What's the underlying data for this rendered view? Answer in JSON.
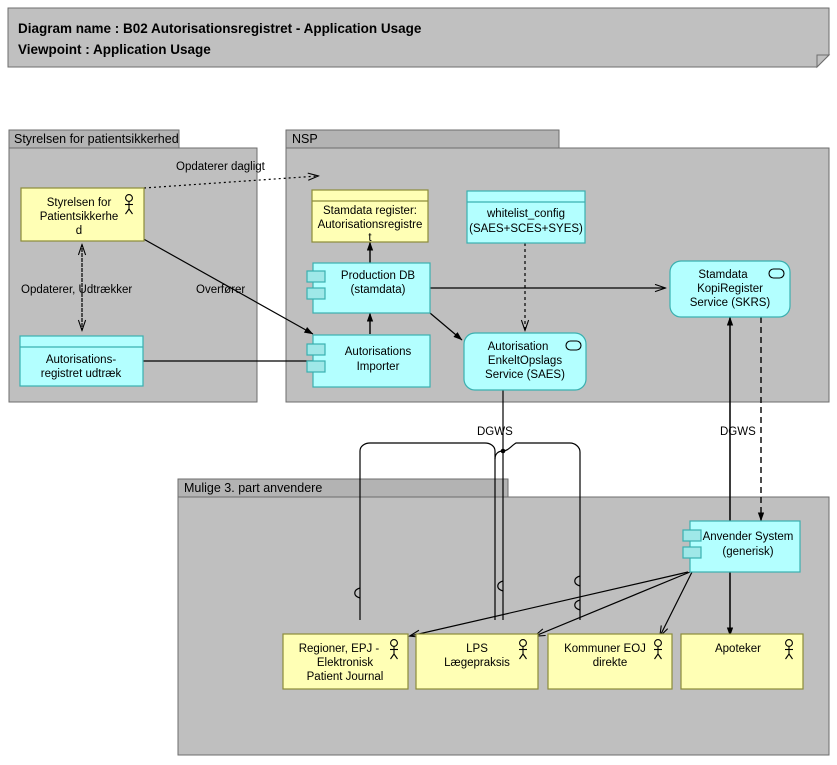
{
  "header": {
    "line1_label": "Diagram name :",
    "line1_value": "B02 Autorisationsregistret - Application Usage",
    "line1_full": "Diagram name : B02 Autorisationsregistret - Application Usage",
    "line2_label": "Viewpoint",
    "line2_value": ": Application Usage",
    "line2_full": "Viewpoint          : Application Usage"
  },
  "colors": {
    "group_fill": "#bfbfbf",
    "group_header_fill": "#b3b3b3",
    "header_banner_fill": "#c0c0c0",
    "yellow_fill": "#ffffb5",
    "cyan_fill": "#b3ffff",
    "stroke": "#000000",
    "node_border_yellow": "#8c8c3a",
    "node_border_cyan": "#3ab0b0"
  },
  "groups": [
    {
      "id": "g-styrelsen",
      "label": "Styrelsen for patientsikkerhed"
    },
    {
      "id": "g-nsp",
      "label": "NSP"
    },
    {
      "id": "g-3part",
      "label": "Mulige 3. part anvendere"
    }
  ],
  "nodes": [
    {
      "id": "n-styrelsen-actor",
      "label": "Styrelsen for Patientsikkerhed",
      "lines": [
        "Styrelsen for",
        "Patientsikkerhe",
        "d"
      ],
      "type": "business-actor",
      "icon": "actor-icon",
      "fill": "#ffffb5"
    },
    {
      "id": "n-udtraek",
      "label": "Autorisations-registret udtræk",
      "lines": [
        "Autorisations-",
        "registret udtræk"
      ],
      "type": "data-object",
      "icon": "data-object-icon",
      "fill": "#b3ffff"
    },
    {
      "id": "n-stamdata-register",
      "label": "Stamdata register: Autorisationsregistret",
      "lines": [
        "Stamdata register:",
        "Autorisationsregistre",
        "t"
      ],
      "type": "data-object",
      "icon": "data-object-icon",
      "fill": "#ffffb5"
    },
    {
      "id": "n-whitelist",
      "label": "whitelist_config (SAES+SCES+SYES)",
      "lines": [
        "whitelist_config",
        "(SAES+SCES+SYES)"
      ],
      "type": "data-object",
      "icon": "data-object-icon",
      "fill": "#b3ffff"
    },
    {
      "id": "n-production-db",
      "label": "Production DB (stamdata)",
      "lines": [
        "Production DB",
        "(stamdata)"
      ],
      "type": "application-component",
      "icon": "component-icon",
      "fill": "#b3ffff"
    },
    {
      "id": "n-importer",
      "label": "Autorisations Importer",
      "lines": [
        "Autorisations",
        "Importer"
      ],
      "type": "application-component",
      "icon": "component-icon",
      "fill": "#b3ffff"
    },
    {
      "id": "n-saes",
      "label": "Autorisation EnkeltOpslags Service (SAES)",
      "lines": [
        "Autorisation",
        "EnkeltOpslags",
        "Service (SAES)"
      ],
      "type": "application-service",
      "icon": "service-icon",
      "fill": "#b3ffff"
    },
    {
      "id": "n-skrs",
      "label": "Stamdata KopiRegister Service (SKRS)",
      "lines": [
        "Stamdata",
        "KopiRegister",
        "Service (SKRS)"
      ],
      "type": "application-service",
      "icon": "service-icon",
      "fill": "#b3ffff"
    },
    {
      "id": "n-anvender",
      "label": "Anvender System (generisk)",
      "lines": [
        "Anvender System",
        "(generisk)"
      ],
      "type": "application-component",
      "icon": "component-icon",
      "fill": "#b3ffff"
    },
    {
      "id": "n-regioner",
      "label": "Regioner, EPJ - Elektronisk Patient Journal",
      "lines": [
        "Regioner, EPJ -",
        "Elektronisk",
        "Patient Journal"
      ],
      "type": "business-actor",
      "icon": "actor-icon",
      "fill": "#ffffb5"
    },
    {
      "id": "n-lps",
      "label": "LPS Lægepraksis",
      "lines": [
        "LPS",
        "Lægepraksis"
      ],
      "type": "business-actor",
      "icon": "actor-icon",
      "fill": "#ffffb5"
    },
    {
      "id": "n-kommuner",
      "label": "Kommuner EOJ direkte",
      "lines": [
        "Kommuner EOJ",
        "direkte"
      ],
      "type": "business-actor",
      "icon": "actor-icon",
      "fill": "#ffffb5"
    },
    {
      "id": "n-apoteker",
      "label": "Apoteker",
      "lines": [
        "Apoteker"
      ],
      "type": "business-actor",
      "icon": "actor-icon",
      "fill": "#ffffb5"
    }
  ],
  "edge_labels": [
    {
      "id": "e-opdaterer-dagligt",
      "text": "Opdaterer dagligt"
    },
    {
      "id": "e-opdaterer-udtraekker",
      "text": "Opdaterer, Udtrækker"
    },
    {
      "id": "e-overfoerer",
      "text": "Overfører"
    },
    {
      "id": "e-dgws-left",
      "text": "DGWS"
    },
    {
      "id": "e-dgws-right",
      "text": "DGWS"
    }
  ]
}
